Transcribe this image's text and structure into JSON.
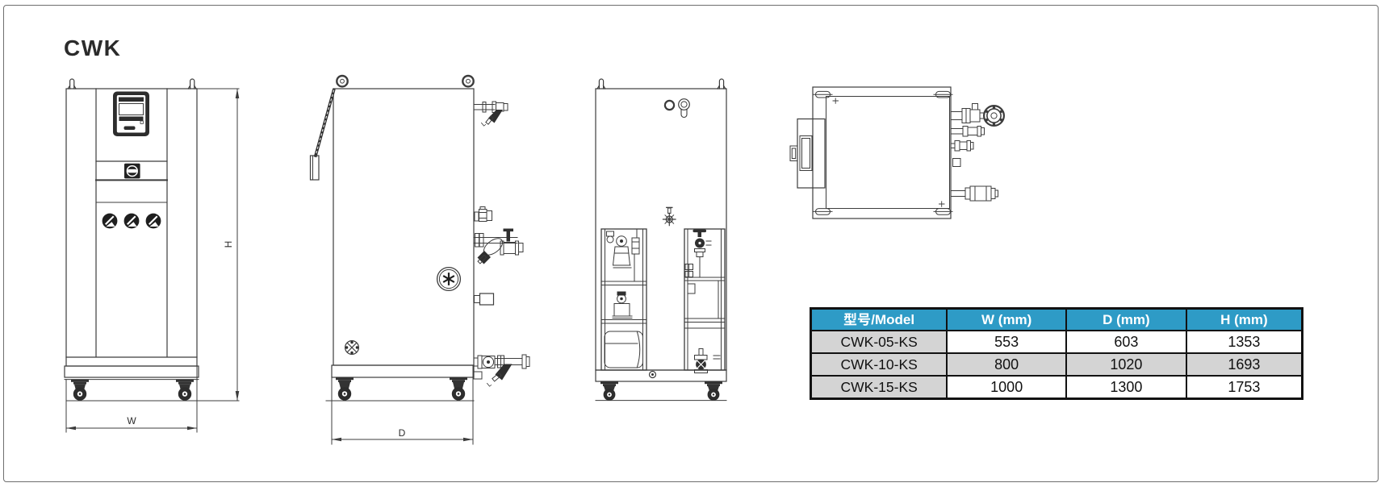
{
  "page": {
    "title": "CWK"
  },
  "drawing": {
    "front_view": {
      "width_label": "W",
      "height_label": "H"
    },
    "side_view": {
      "depth_label": "D",
      "strainer_mark_top": "L",
      "strainer_mark_bottom": "L"
    },
    "rear_view": {},
    "top_view": {}
  },
  "table": {
    "header": {
      "model": "型号/Model",
      "model_cjk": "型号",
      "model_suffix": "/Model",
      "w": "W (mm)",
      "d": "D (mm)",
      "h": "H (mm)"
    },
    "rows": [
      {
        "model": "CWK-05-KS",
        "w": "553",
        "d": "603",
        "h": "1353"
      },
      {
        "model": "CWK-10-KS",
        "w": "800",
        "d": "1020",
        "h": "1693"
      },
      {
        "model": "CWK-15-KS",
        "w": "1000",
        "d": "1300",
        "h": "1753"
      }
    ]
  },
  "colors": {
    "table_header_bg": "#2E9BC6",
    "table_row_alt": "#D4D4D4",
    "table_border": "#121212",
    "line_color": "#3c3c3c"
  }
}
